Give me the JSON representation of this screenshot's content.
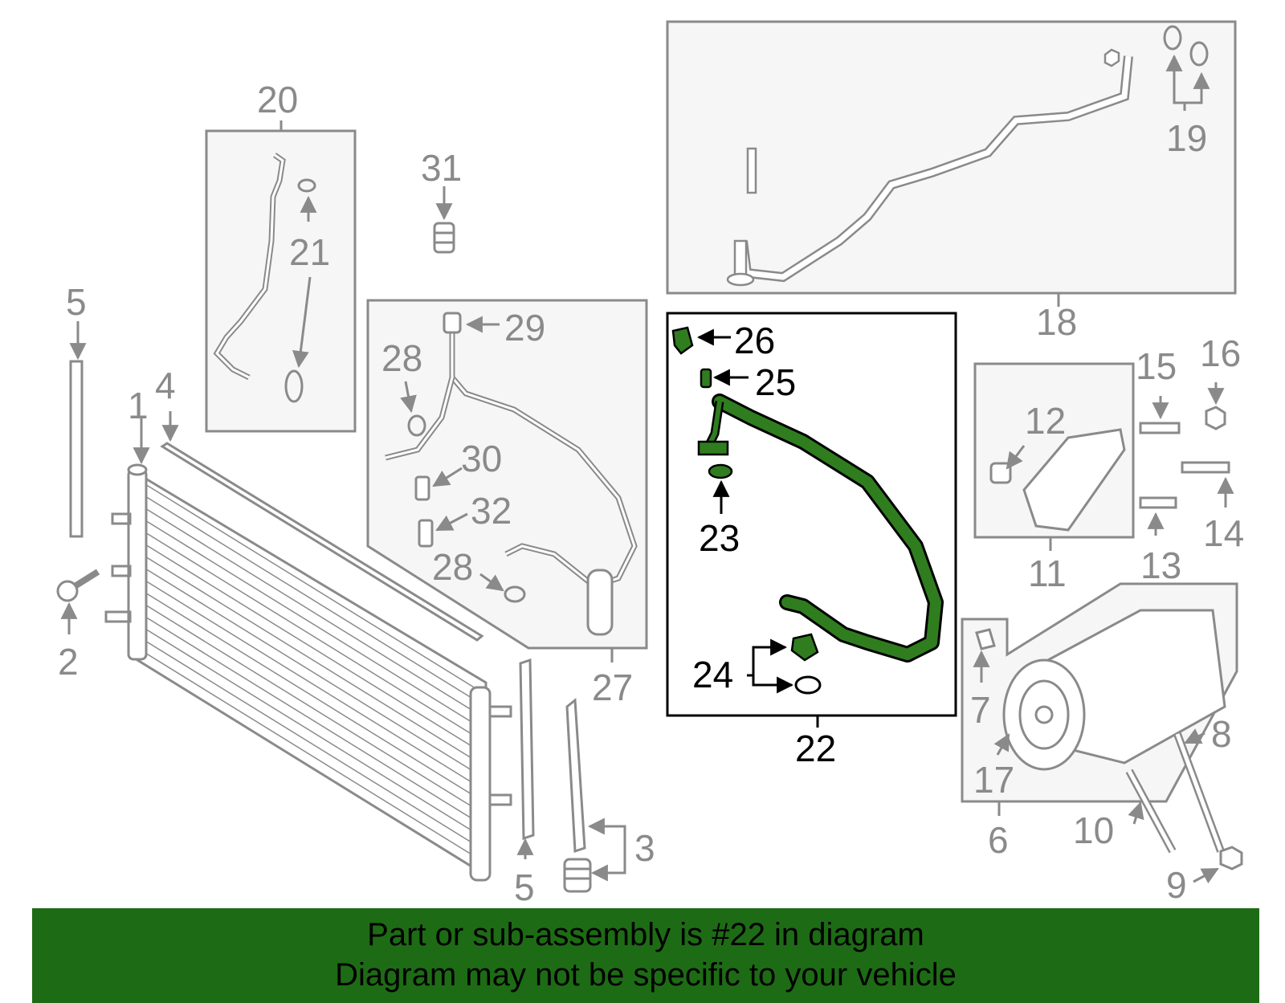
{
  "colors": {
    "accent_green": "#1e6b15",
    "part_fill": "#2f7d1f",
    "line_gray": "#8a8a8a",
    "box_fill": "#f6f6f6",
    "highlight_frame": "#000000"
  },
  "highlighted_part": "22",
  "callouts": [
    "1",
    "2",
    "3",
    "4",
    "5",
    "5",
    "6",
    "7",
    "8",
    "9",
    "10",
    "11",
    "12",
    "13",
    "14",
    "15",
    "16",
    "17",
    "18",
    "19",
    "20",
    "21",
    "22",
    "23",
    "24",
    "25",
    "26",
    "27",
    "28",
    "28",
    "29",
    "30",
    "31",
    "32"
  ],
  "banner": {
    "line1": "Part or sub-assembly is #22 in diagram",
    "line2": "Diagram may not be specific to your vehicle"
  }
}
